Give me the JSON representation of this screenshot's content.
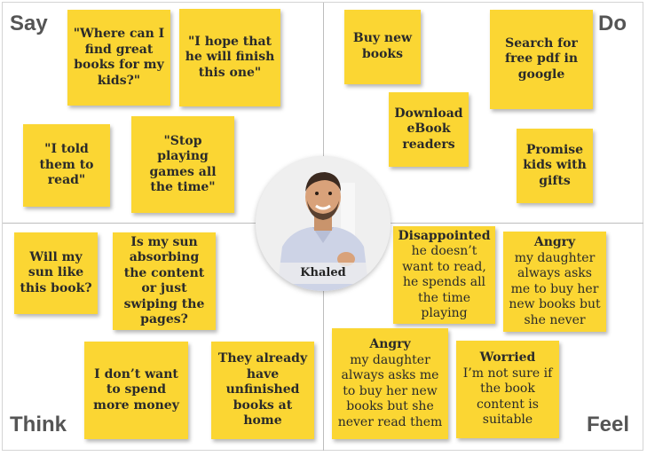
{
  "quadrants": {
    "say": "Say",
    "do": "Do",
    "think": "Think",
    "feel": "Feel"
  },
  "persona": {
    "name": "Khaled"
  },
  "say": {
    "n1": "\"Where can I find great books for my kids?\"",
    "n2": "\"I hope that he will finish this one\"",
    "n3": "\"I told them to read\"",
    "n4": "\"Stop playing games all the time\""
  },
  "do": {
    "n1": "Buy new books",
    "n2": "Search for free pdf in google",
    "n3": "Download eBook readers",
    "n4": "Promise kids with gifts"
  },
  "think": {
    "n1": "Will my sun like this book?",
    "n2": "Is my sun absorbing the content or just swiping the pages?",
    "n3": "I don’t want to spend more money",
    "n4": "They already have unfinished books at home"
  },
  "feel": {
    "n1": {
      "title": "Disappointed",
      "body": "he doesn’t want to read, he spends all the time playing"
    },
    "n2": {
      "title": "Angry",
      "body": "my daughter always asks me to buy her new books but she never"
    },
    "n3": {
      "title": "Angry",
      "body": "my daughter always asks me to buy her new books but she never  read them"
    },
    "n4": {
      "title": "Worried",
      "body": "I’m not sure if the book content is suitable"
    }
  },
  "colors": {
    "note": "#fbd633",
    "label": "#555555",
    "divider": "#bdbdbd"
  }
}
